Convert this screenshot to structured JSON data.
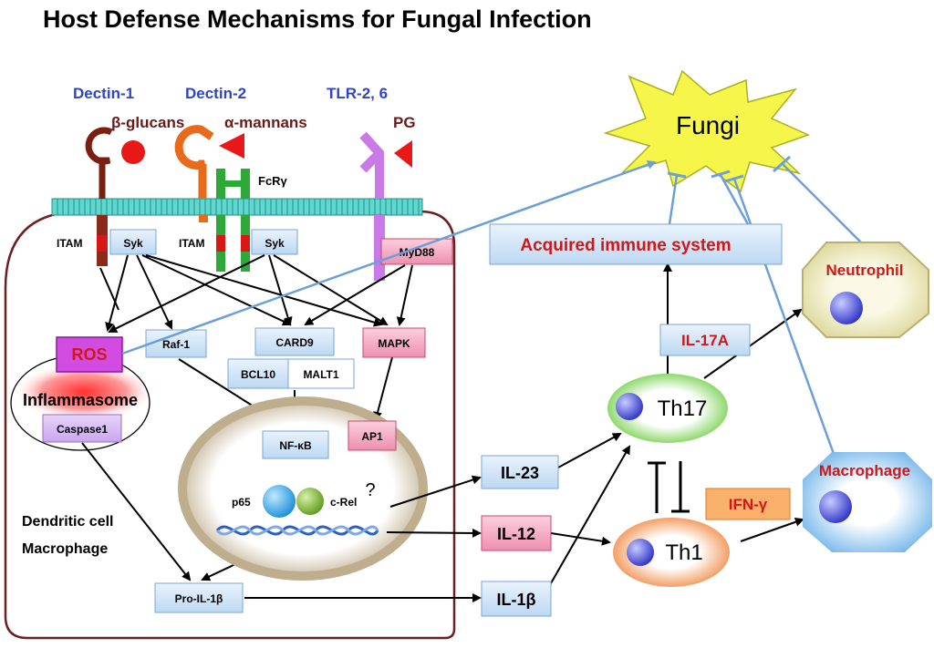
{
  "title": "Host Defense Mechanisms for Fungal Infection",
  "receptors": {
    "dectin1": "Dectin-1",
    "dectin2": "Dectin-2",
    "tlr": "TLR-2, 6",
    "fcr": "FcRγ"
  },
  "ligands": {
    "bglucans": "β-glucans",
    "amannans": "α-mannans",
    "pg": "PG"
  },
  "signaling": {
    "itam1": "ITAM",
    "syk1": "Syk",
    "itam2": "ITAM",
    "syk2": "Syk",
    "myd88": "MyD88",
    "ros": "ROS",
    "raf1": "Raf-1",
    "card9": "CARD9",
    "bcl10": "BCL10",
    "malt1": "MALT1",
    "mapk": "MAPK",
    "inflammasome": "Inflammasome",
    "caspase1": "Caspase1",
    "nfkb": "NF-κB",
    "ap1": "AP1",
    "question": "?",
    "p65": "p65",
    "crel": "c-Rel",
    "pro_il1b": "Pro-IL-1β"
  },
  "cell_label": {
    "line1": "Dendritic cell",
    "line2": "Macrophage"
  },
  "cytokines": {
    "il23": "IL-23",
    "il12": "IL-12",
    "il1b": "IL-1β",
    "il17a": "IL-17A",
    "ifng": "IFN-γ"
  },
  "right": {
    "fungi": "Fungi",
    "acquired": "Acquired immune system",
    "neutrophil": "Neutrophil",
    "macrophage": "Macrophage",
    "th17": "Th17",
    "th1": "Th1"
  },
  "colors": {
    "blue_box": "#cfe4f6",
    "pink_box": "#f5a3be",
    "arrow_blue": "#6c9fd8",
    "fungi": "#f6f64a"
  }
}
